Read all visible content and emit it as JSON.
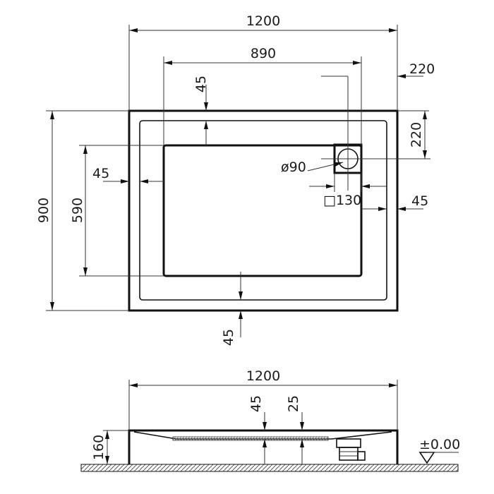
{
  "plan_view": {
    "width_label": "1200",
    "inner_width_label": "890",
    "drain_edge_offset_label": "220",
    "top_rim_label": "45",
    "drain_top_offset_label": "220",
    "drain_diameter_label": "ø90",
    "left_rim_label": "45",
    "height_label": "900",
    "inner_height_label": "590",
    "drain_box_label": "□130",
    "right_rim_label": "45",
    "bottom_rim_label": "45"
  },
  "side_view": {
    "width_label": "1200",
    "rim_label": "45",
    "depth_label": "25",
    "height_label": "160",
    "floor_level_label": "±0.00"
  },
  "colors": {
    "line": "#111111",
    "floor_hatch": "#555555"
  }
}
